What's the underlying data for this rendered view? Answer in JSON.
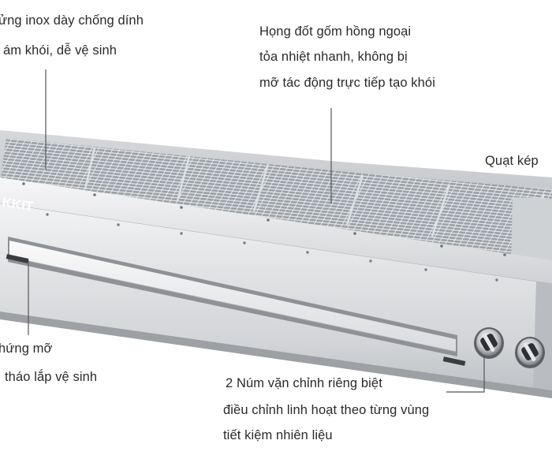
{
  "annotations": {
    "grill_grate": {
      "line1": "ửng inox dày chống dính",
      "line2": "ám khói, dễ vệ sinh"
    },
    "burner": {
      "line1": "Họng đốt gốm hồng ngoại",
      "line2": "tỏa nhiệt nhanh, không bị",
      "line3": "mỡ tác động trực tiếp tạo khói"
    },
    "fan": {
      "line1": "Quạt kép"
    },
    "grease_tray": {
      "line1": "hứng mỡ",
      "line2": "tháo lắp vệ sinh"
    },
    "knobs": {
      "line1": "2 Núm vặn chỉnh riêng biệt",
      "line2": "điều chỉnh linh hoạt theo từng vùng",
      "line3": "tiết kiệm nhiên liệu"
    }
  },
  "brand_mark": "KKIT",
  "colors": {
    "text": "#2a2a2a",
    "steel_light": "#e4e5e7",
    "steel_mid": "#c4c6c9",
    "steel_dark": "#8f9296",
    "leader_line": "#555555"
  }
}
